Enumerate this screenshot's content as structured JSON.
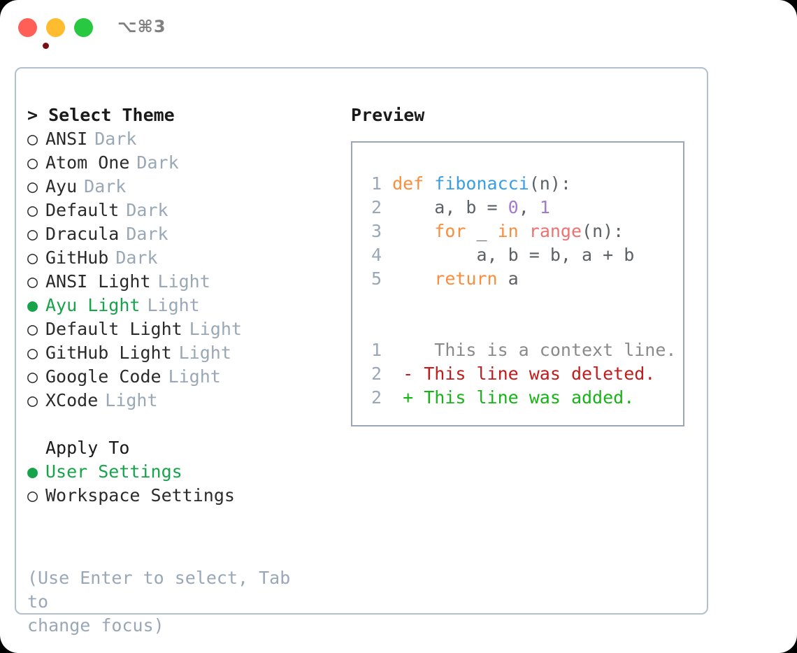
{
  "window": {
    "traffic_lights": [
      "close",
      "minimize",
      "maximize"
    ],
    "shortcut_label": "⌥⌘3",
    "colors": {
      "close": "#ff5f57",
      "minimize": "#febc2e",
      "maximize": "#28c840",
      "accent_green": "#16a34a",
      "muted": "#9aa7b6",
      "border": "#b2bfcd"
    }
  },
  "theme_panel": {
    "title": "> Select Theme",
    "options": [
      {
        "marker": "○",
        "name": "ANSI",
        "kind": "Dark",
        "selected": false
      },
      {
        "marker": "○",
        "name": "Atom One",
        "kind": "Dark",
        "selected": false
      },
      {
        "marker": "○",
        "name": "Ayu",
        "kind": "Dark",
        "selected": false
      },
      {
        "marker": "○",
        "name": "Default",
        "kind": "Dark",
        "selected": false
      },
      {
        "marker": "○",
        "name": "Dracula",
        "kind": "Dark",
        "selected": false
      },
      {
        "marker": "○",
        "name": "GitHub",
        "kind": "Dark",
        "selected": false
      },
      {
        "marker": "○",
        "name": "ANSI Light",
        "kind": "Light",
        "selected": false
      },
      {
        "marker": "●",
        "name": "Ayu Light",
        "kind": "Light",
        "selected": true
      },
      {
        "marker": "○",
        "name": "Default Light",
        "kind": "Light",
        "selected": false
      },
      {
        "marker": "○",
        "name": "GitHub Light",
        "kind": "Light",
        "selected": false
      },
      {
        "marker": "○",
        "name": "Google Code",
        "kind": "Light",
        "selected": false
      },
      {
        "marker": "○",
        "name": "XCode",
        "kind": "Light",
        "selected": false
      }
    ]
  },
  "apply_to": {
    "title": "Apply To",
    "options": [
      {
        "marker": "●",
        "label": "User Settings",
        "selected": true
      },
      {
        "marker": "○",
        "label": "Workspace Settings",
        "selected": false
      }
    ]
  },
  "hint": {
    "line1": "(Use Enter to select, Tab to",
    "line2": "change focus)"
  },
  "preview": {
    "title": "Preview",
    "code_lines": [
      {
        "n": "1",
        "tokens": [
          {
            "t": "def ",
            "c": "kw"
          },
          {
            "t": "fibonacci",
            "c": "fn"
          },
          {
            "t": "(n):",
            "c": "pl"
          }
        ]
      },
      {
        "n": "2",
        "tokens": [
          {
            "t": "    a, b = ",
            "c": "pl"
          },
          {
            "t": "0",
            "c": "num"
          },
          {
            "t": ", ",
            "c": "pl"
          },
          {
            "t": "1",
            "c": "num"
          }
        ]
      },
      {
        "n": "3",
        "tokens": [
          {
            "t": "    ",
            "c": "pl"
          },
          {
            "t": "for",
            "c": "kw"
          },
          {
            "t": " _ ",
            "c": "pl"
          },
          {
            "t": "in",
            "c": "kw"
          },
          {
            "t": " ",
            "c": "pl"
          },
          {
            "t": "range",
            "c": "bi"
          },
          {
            "t": "(n):",
            "c": "pl"
          }
        ]
      },
      {
        "n": "4",
        "tokens": [
          {
            "t": "        a, b = b, a + b",
            "c": "pl"
          }
        ]
      },
      {
        "n": "5",
        "tokens": [
          {
            "t": "    ",
            "c": "pl"
          },
          {
            "t": "return",
            "c": "kw"
          },
          {
            "t": " a",
            "c": "pl"
          }
        ]
      }
    ],
    "diff_lines": [
      {
        "n": "1",
        "sign": " ",
        "text": "  This is a context line.",
        "kind": "ctx"
      },
      {
        "n": "2",
        "sign": "-",
        "text": " This line was deleted.",
        "kind": "del"
      },
      {
        "n": "2",
        "sign": "+",
        "text": " This line was added.",
        "kind": "add"
      }
    ]
  }
}
